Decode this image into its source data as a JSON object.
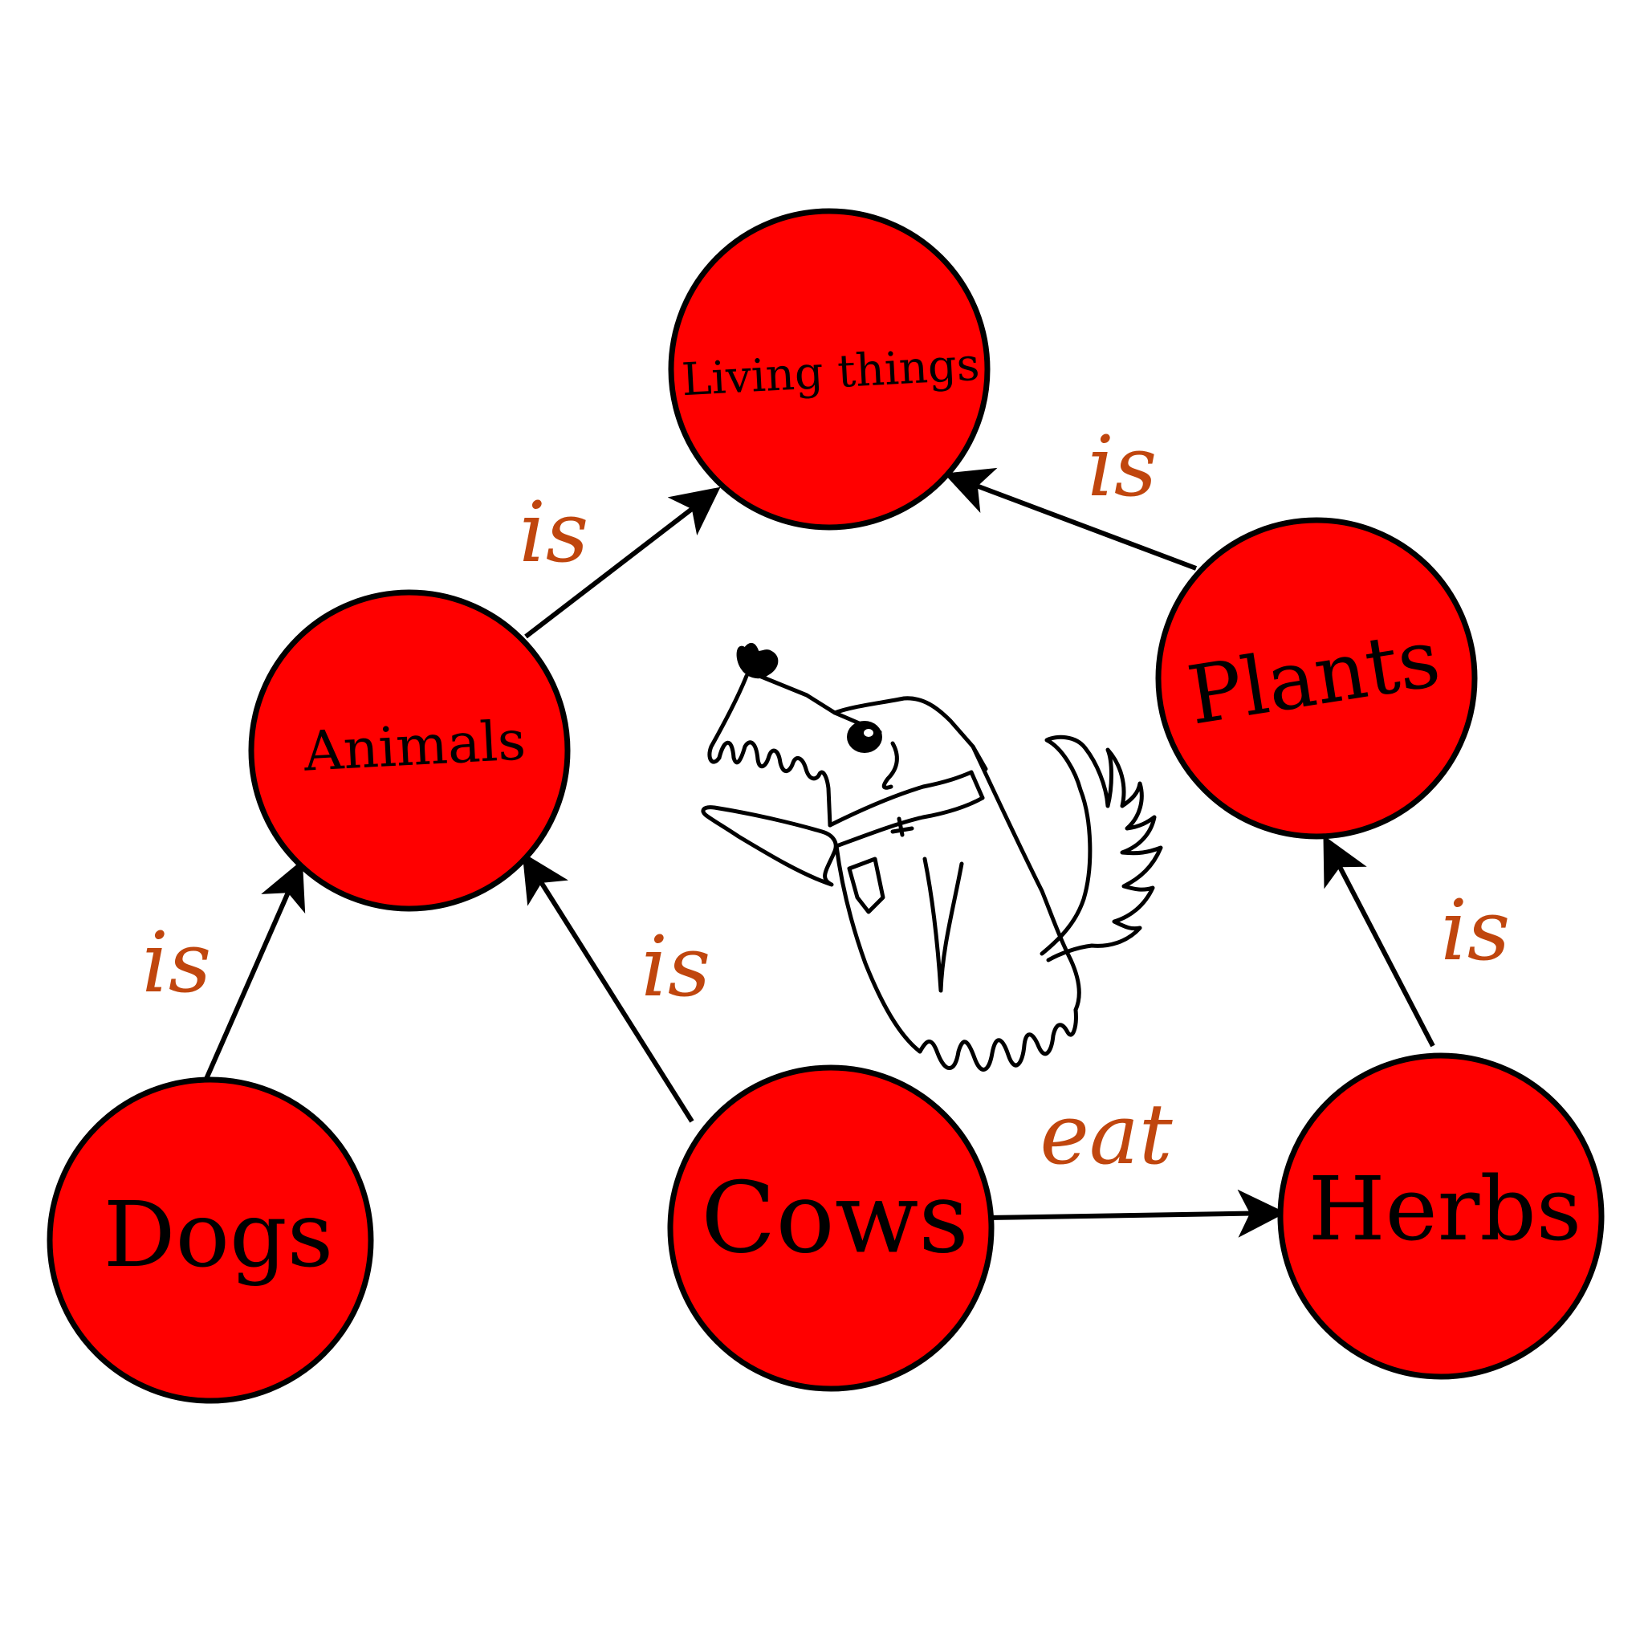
{
  "colors": {
    "node_fill": "#ff0000",
    "node_stroke": "#000000",
    "edge_stroke": "#000000",
    "edge_label": "#c0460e",
    "background": "#ffffff"
  },
  "nodes": {
    "living_things": "Living things",
    "animals": "Animals",
    "plants": "Plants",
    "dogs": "Dogs",
    "cows": "Cows",
    "herbs": "Herbs"
  },
  "edges": {
    "animals_living": "is",
    "plants_living": "is",
    "dogs_animals": "is",
    "cows_animals": "is",
    "herbs_plants": "is",
    "cows_herbs": "eat"
  },
  "illustration": {
    "icon": "dog-sketch-icon"
  }
}
